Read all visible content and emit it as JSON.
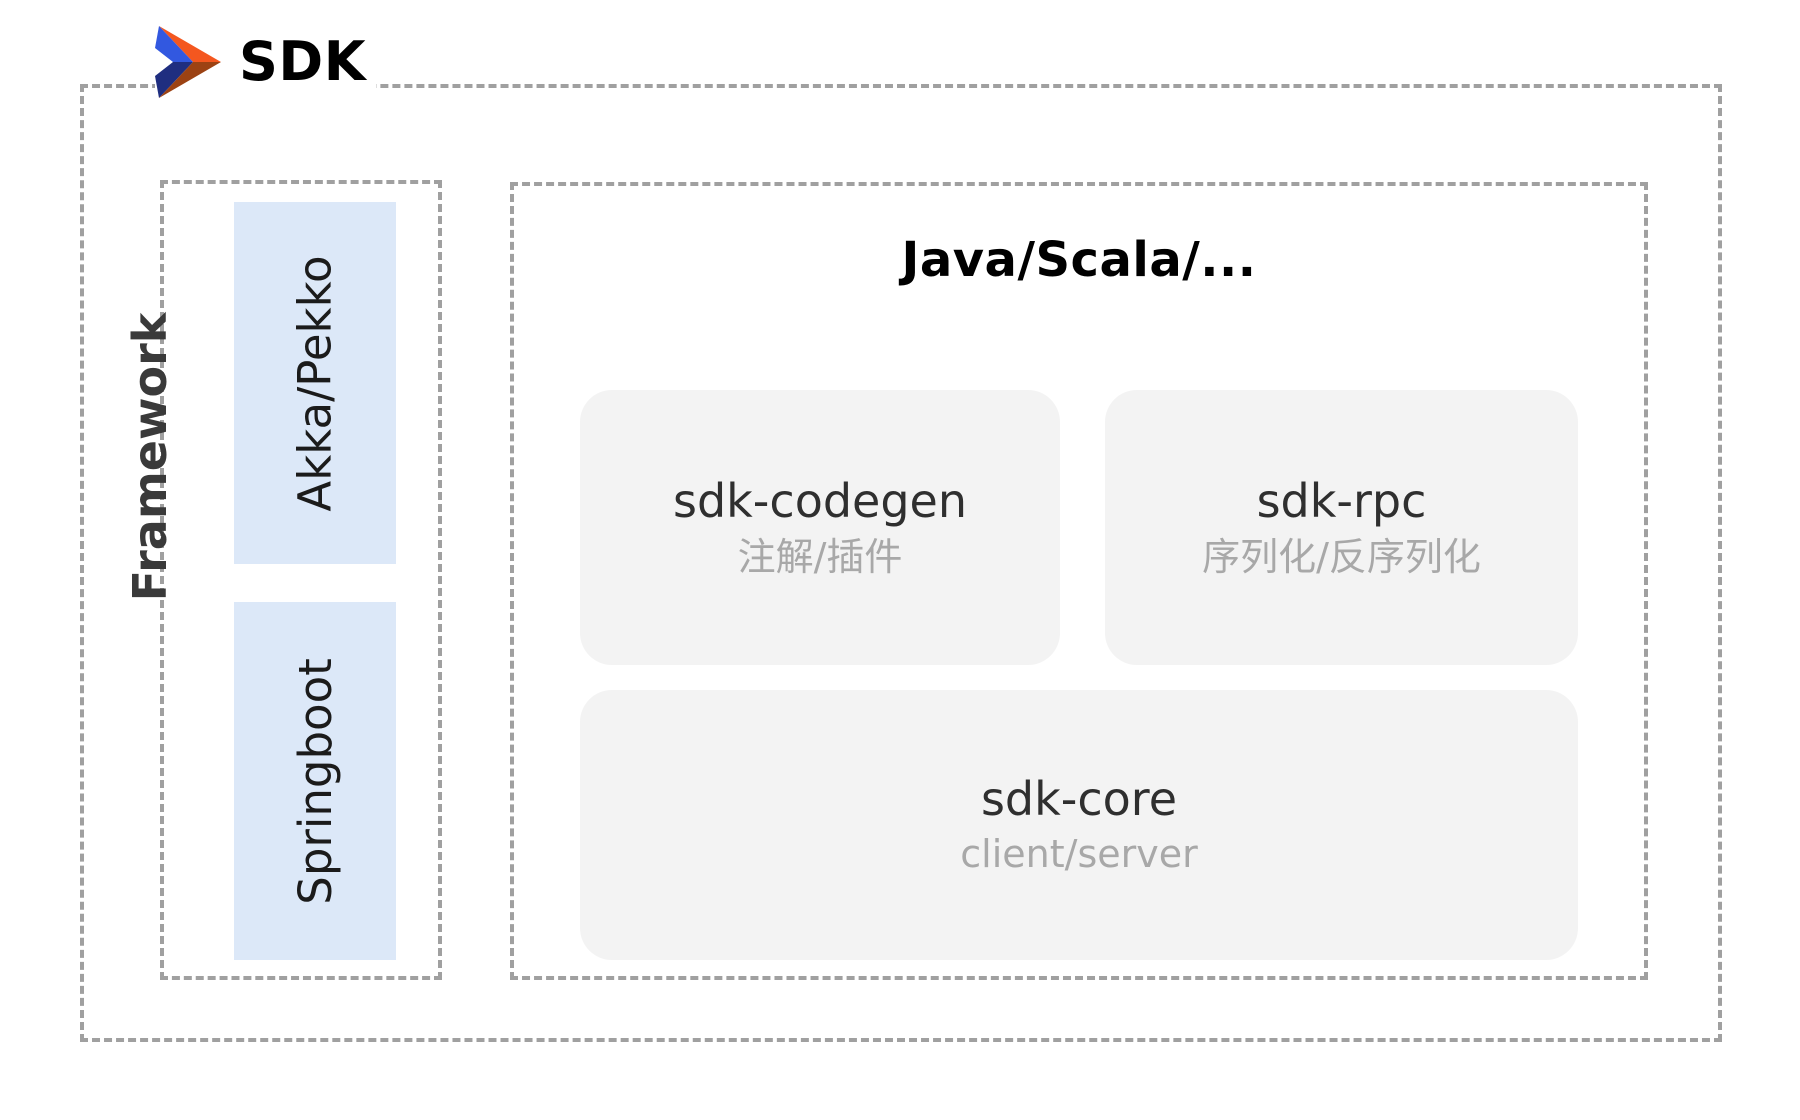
{
  "brand": {
    "logo_icon": "sdk-arrow-logo-icon",
    "title": "SDK",
    "logo_colors": {
      "orange": "#F4571F",
      "blue": "#3258E0",
      "navy": "#1F2E80",
      "brown": "#9C4213"
    }
  },
  "outer_container": {
    "name": "sdk-boundary",
    "border_style": "dashed",
    "border_color": "#A0A0A0"
  },
  "framework": {
    "label": "Framework",
    "border_style": "dashed",
    "border_color": "#A0A0A0",
    "chip_color": "#DCE8F8",
    "chips": [
      {
        "label": "Akka/Pekko"
      },
      {
        "label": "Springboot"
      }
    ]
  },
  "language_panel": {
    "title": "Java/Scala/...",
    "border_style": "dashed",
    "border_color": "#A0A0A0",
    "card_color": "#F3F3F3",
    "cards": [
      {
        "id": "sdk-codegen",
        "title": "sdk-codegen",
        "subtitle": "注解/插件"
      },
      {
        "id": "sdk-rpc",
        "title": "sdk-rpc",
        "subtitle": "序列化/反序列化"
      },
      {
        "id": "sdk-core",
        "title": "sdk-core",
        "subtitle": "client/server"
      }
    ]
  }
}
